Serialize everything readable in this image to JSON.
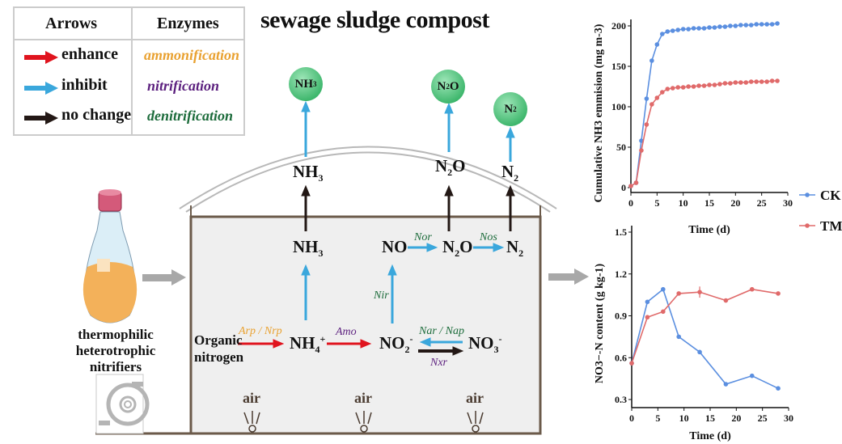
{
  "title": "sewage sludge compost",
  "legend": {
    "arrows_header": "Arrows",
    "enzymes_header": "Enzymes",
    "arrows": [
      {
        "label": "enhance",
        "color": "#e0141e"
      },
      {
        "label": "inhibit",
        "color": "#3aa7dc"
      },
      {
        "label": "no change",
        "color": "#231815"
      }
    ],
    "enzymes": [
      {
        "label": "ammonification",
        "color": "#e9a130"
      },
      {
        "label": "nitrification",
        "color": "#5b1f7e"
      },
      {
        "label": "denitrification",
        "color": "#1b6b3a"
      }
    ]
  },
  "inoculant": {
    "line1": "thermophilic",
    "line2": "heterotrophic",
    "line3": "nitrifiers"
  },
  "pathway": {
    "organic_l1": "Organic",
    "organic_l2": "nitrogen",
    "nh4": "NH",
    "nh4_sub": "4",
    "nh4_sup": "+",
    "no2": "NO",
    "no2_sub": "2",
    "no2_sup": "-",
    "no3": "NO",
    "no3_sub": "3",
    "no3_sup": "-",
    "nh3": "NH",
    "nh3_sub": "3",
    "no": "NO",
    "n2o_a": "N",
    "n2o_sub": "2",
    "n2o_b": "O",
    "n2": "N",
    "n2_sub": "2",
    "enzymes": {
      "arp_nrp": "Arp / Nrp",
      "amo": "Amo",
      "nar_nap": "Nar / Nap",
      "nxr": "Nxr",
      "nir": "Nir",
      "nor": "Nor",
      "nos": "Nos"
    },
    "air": "air"
  },
  "gases": {
    "nh3": "NH",
    "nh3_sub": "3",
    "n2o_a": "N",
    "n2o_sub": "2",
    "n2o_b": "O",
    "n2": "N",
    "n2_sub": "2"
  },
  "chart_data": [
    {
      "type": "line",
      "title": "",
      "xlabel": "Time (d)",
      "ylabel": "Cumulative NH3 emmision (mg m-3)",
      "xlim": [
        0,
        30
      ],
      "ylim": [
        0,
        200
      ],
      "xticks": [
        0,
        5,
        10,
        15,
        20,
        25,
        30
      ],
      "yticks": [
        0,
        50,
        100,
        150,
        200
      ],
      "legend": "right",
      "series": [
        {
          "name": "CK",
          "color": "#5b8fe0",
          "x": [
            0,
            1,
            2,
            3,
            4,
            5,
            6,
            7,
            8,
            9,
            10,
            11,
            12,
            13,
            14,
            15,
            16,
            17,
            18,
            19,
            20,
            21,
            22,
            23,
            24,
            25,
            26,
            27,
            28
          ],
          "values": [
            2,
            6,
            58,
            110,
            157,
            177,
            190,
            193,
            194,
            195,
            196,
            196,
            197,
            197,
            197,
            198,
            198,
            199,
            199,
            200,
            200,
            201,
            201,
            201,
            202,
            202,
            202,
            202,
            203
          ]
        },
        {
          "name": "TM",
          "color": "#e06a6a",
          "x": [
            0,
            1,
            2,
            3,
            4,
            5,
            6,
            7,
            8,
            9,
            10,
            11,
            12,
            13,
            14,
            15,
            16,
            17,
            18,
            19,
            20,
            21,
            22,
            23,
            24,
            25,
            26,
            27,
            28
          ],
          "values": [
            2,
            6,
            46,
            78,
            103,
            111,
            118,
            122,
            123,
            124,
            124,
            125,
            125,
            126,
            126,
            127,
            127,
            128,
            129,
            129,
            130,
            130,
            130,
            131,
            131,
            131,
            131,
            132,
            132
          ]
        }
      ]
    },
    {
      "type": "line",
      "title": "",
      "xlabel": "Time (d)",
      "ylabel": "NO3−-N content (g kg-1)",
      "xlim": [
        0,
        30
      ],
      "ylim": [
        0.3,
        1.5
      ],
      "xticks": [
        0,
        5,
        10,
        15,
        20,
        25,
        30
      ],
      "yticks": [
        0.3,
        0.6,
        0.9,
        1.2,
        1.5
      ],
      "series": [
        {
          "name": "CK",
          "color": "#5b8fe0",
          "x": [
            0,
            3,
            6,
            9,
            13,
            18,
            23,
            28
          ],
          "values": [
            0.56,
            1.0,
            1.09,
            0.75,
            0.64,
            0.41,
            0.47,
            0.38
          ]
        },
        {
          "name": "TM",
          "color": "#e06a6a",
          "x": [
            0,
            3,
            6,
            9,
            13,
            18,
            23,
            28
          ],
          "values": [
            0.56,
            0.89,
            0.93,
            1.06,
            1.07,
            1.01,
            1.09,
            1.06
          ],
          "error": [
            0,
            0,
            0,
            0,
            0.04,
            0,
            0,
            0
          ]
        }
      ]
    }
  ]
}
